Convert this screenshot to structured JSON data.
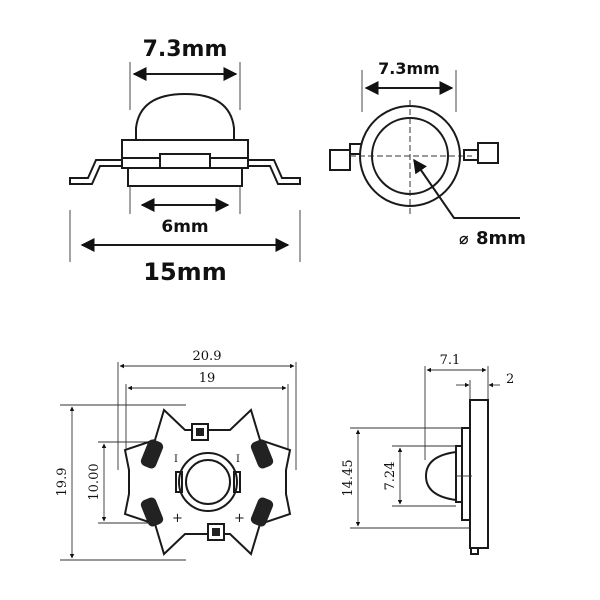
{
  "top_side_view": {
    "lens_width": "7.3mm",
    "base_width": "6mm",
    "overall_length": "15mm"
  },
  "top_front_view": {
    "lens_width": "7.3mm",
    "diameter": "8mm",
    "diameter_symbol": "⌀"
  },
  "bottom_top_view": {
    "outer_width": "20.9",
    "inner_width": "19",
    "overall_height": "19.9",
    "pad_spacing": "10.00",
    "polarity_plus": "+",
    "polarity_minus": "-",
    "tick_mark": "I"
  },
  "bottom_side_view": {
    "total_depth": "7.1",
    "board_thickness": "2",
    "board_height": "14.45",
    "lens_height": "7.24"
  }
}
